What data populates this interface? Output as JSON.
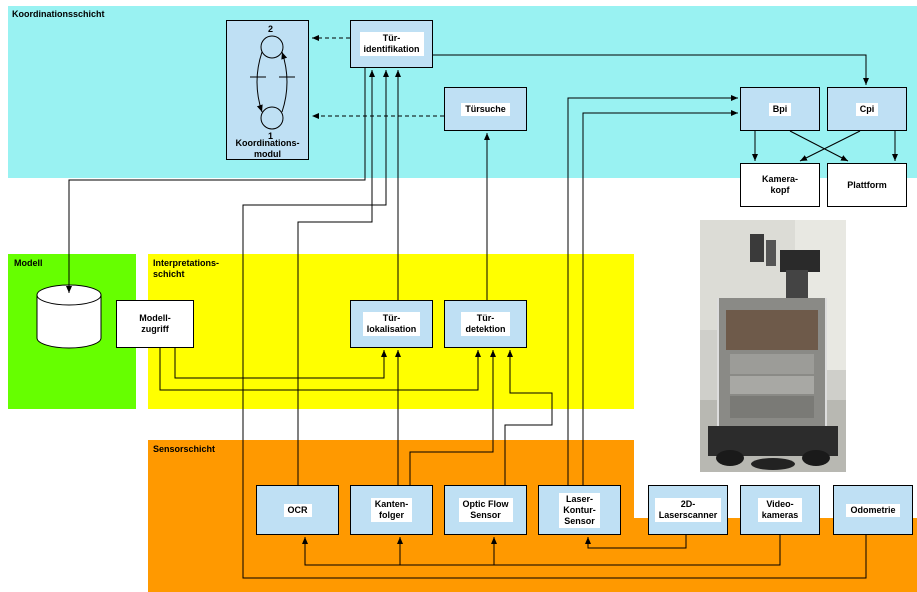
{
  "layers": {
    "coordination": "Koordinationsschicht",
    "model": "Modell",
    "interpretation": "Interpretations-\nschicht",
    "sensor": "Sensorschicht"
  },
  "coord_module": {
    "state_top": "2",
    "state_bottom": "1",
    "label": "Koordinations-\nmodul"
  },
  "boxes": {
    "tuerident": "Tür-\nidentifikation",
    "tuersuche": "Türsuche",
    "bpi": "Bpi",
    "cpi": "Cpi",
    "kamerakopf": "Kamera-\nkopf",
    "plattform": "Plattform",
    "modellzugriff": "Modell-\nzugriff",
    "tuerlokal": "Tür-\nlokalisation",
    "tuerdetekt": "Tür-\ndetektion",
    "ocr": "OCR",
    "kantenfolger": "Kanten-\nfolger",
    "opticflow": "Optic Flow\nSensor",
    "laserkontur": "Laser-\nKontur-\nSensor",
    "laserscanner": "2D-\nLaserscanner",
    "videokameras": "Video-\nkameras",
    "odometrie": "Odometrie"
  },
  "colors": {
    "coordination_bg": "#99f2f2",
    "model_bg": "#66ff00",
    "interpretation_bg": "#ffff00",
    "sensor_bg": "#ff9900",
    "box_blue": "#bfe0f4"
  }
}
